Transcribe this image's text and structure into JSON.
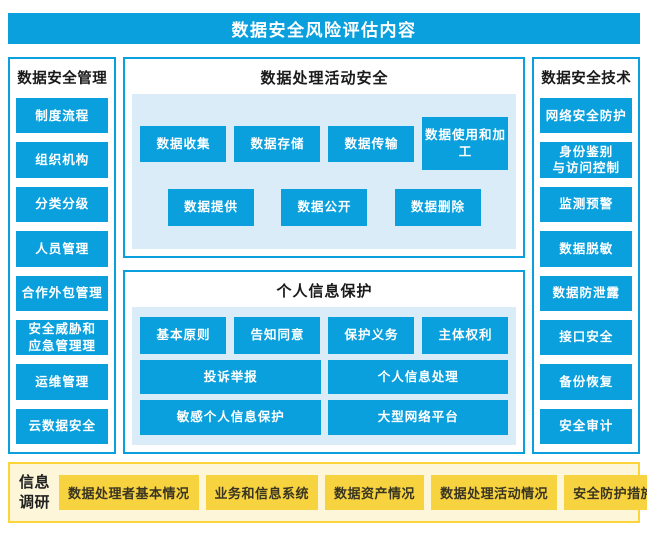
{
  "colors": {
    "blue": "#09a0dd",
    "light_blue": "#d9ecf8",
    "heading_text": "#1a1a1a",
    "node_text": "#ffffff",
    "gold": "#f7d340",
    "light_gold": "#fdf6d8",
    "gold_border": "#fcd53b"
  },
  "title": "数据安全风险评估内容",
  "left_panel": {
    "title": "数据安全管理",
    "items": [
      "制度流程",
      "组织机构",
      "分类分级",
      "人员管理",
      "合作外包管理",
      "安全威胁和\n应急管理理",
      "运维管理",
      "云数据安全"
    ]
  },
  "process_box": {
    "title": "数据处理活动安全",
    "row1": [
      "数据收集",
      "数据存储",
      "数据传输",
      "数据使用和加工"
    ],
    "row2": [
      "数据提供",
      "数据公开",
      "数据删除"
    ]
  },
  "personal_box": {
    "title": "个人信息保护",
    "row1": [
      "基本原则",
      "告知同意",
      "保护义务",
      "主体权利"
    ],
    "row2": [
      "投诉举报",
      "个人信息处理"
    ],
    "row3": [
      "敏感个人信息保护",
      "大型网络平台"
    ]
  },
  "right_panel": {
    "title": "数据安全技术",
    "items": [
      "网络安全防护",
      "身份鉴别\n与访问控制",
      "监测预警",
      "数据脱敏",
      "数据防泄露",
      "接口安全",
      "备份恢复",
      "安全审计"
    ]
  },
  "bottom_panel": {
    "title": "信息\n调研",
    "items": [
      "数据处理者基本情况",
      "业务和信息系统",
      "数据资产情况",
      "数据处理活动情况",
      "安全防护措施"
    ]
  }
}
